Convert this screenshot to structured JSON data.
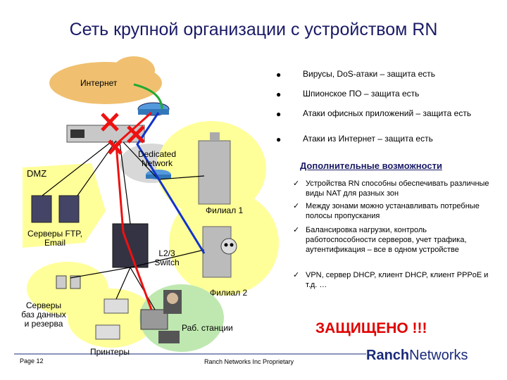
{
  "title": "Сеть крупной организации с устройством RN",
  "labels": {
    "internet": "Интернет",
    "dedicated": "Dedicated Network",
    "dmz": "DMZ",
    "servers_ftp": "Серверы FTP, Email",
    "branch1": "Филиал 1",
    "branch2": "Филиал 2",
    "l23": "L2/3 Switch",
    "db_servers": "Серверы баз данных и резерва",
    "printers": "Принтеры",
    "workstations": "Раб. станции"
  },
  "bullets": [
    "Вирусы, DoS-атаки – защита есть",
    "Шпионское ПО – защита есть",
    "Атаки офисных приложений – защита есть",
    "Атаки из Интернет – защита есть"
  ],
  "extras_title": "Дополнительные возможности",
  "extras": [
    "Устройства RN способны обеспечивать различные виды NAT для разных зон",
    "Между зонами можно устанавливать потребные полосы пропускания",
    "Балансировка нагрузки, контроль работоспособности серверов, учет трафика, аутентификация – все в одном устройстве",
    "VPN, сервер DHCP, клиент DHCP, клиент PPPoE и т.д. …"
  ],
  "protected": "ЗАЩИЩЕНО !!!",
  "footer": {
    "page": "Page 12",
    "proprietary": "Ranch Networks Inc Proprietary",
    "logo_a": "Ranch",
    "logo_b": "Networks"
  },
  "icons": {
    "bullet": "filled-circle",
    "check": "checkmark",
    "attack": "red-x-mark"
  },
  "colors": {
    "cloud": "#f0c070",
    "zone": "#ffff99",
    "zone_alt": "#bfe8b0",
    "attack": "#ee1111",
    "protected": "#e00000",
    "title": "#1a1a66"
  }
}
